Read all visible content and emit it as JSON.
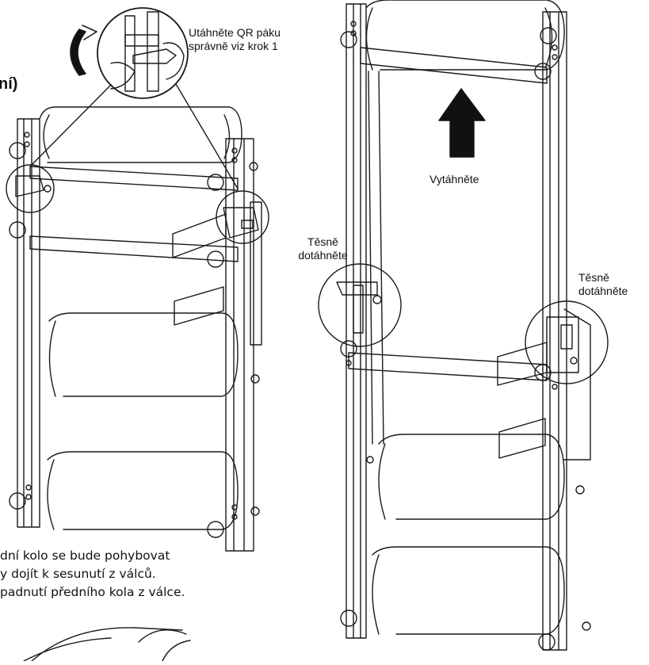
{
  "heading_fragment": "ní)",
  "callouts": {
    "qr_lever": [
      "Utáhněte QR páku",
      "správně viz krok 1"
    ],
    "pull_up": "Vytáhněte",
    "tighten_left": [
      "Těsně",
      "dotáhněte"
    ],
    "tighten_right": [
      "Těsně",
      "dotáhněte"
    ]
  },
  "warning_note": [
    "dní kolo se bude pohybovat",
    "y dojít k sesunutí z válců.",
    "padnutí předního kola z válce."
  ],
  "colors": {
    "line": "#1a1a1a",
    "arrow": "#111111",
    "background": "#ffffff"
  },
  "icons": [
    "rotate-arrow-icon",
    "up-arrow-icon"
  ]
}
